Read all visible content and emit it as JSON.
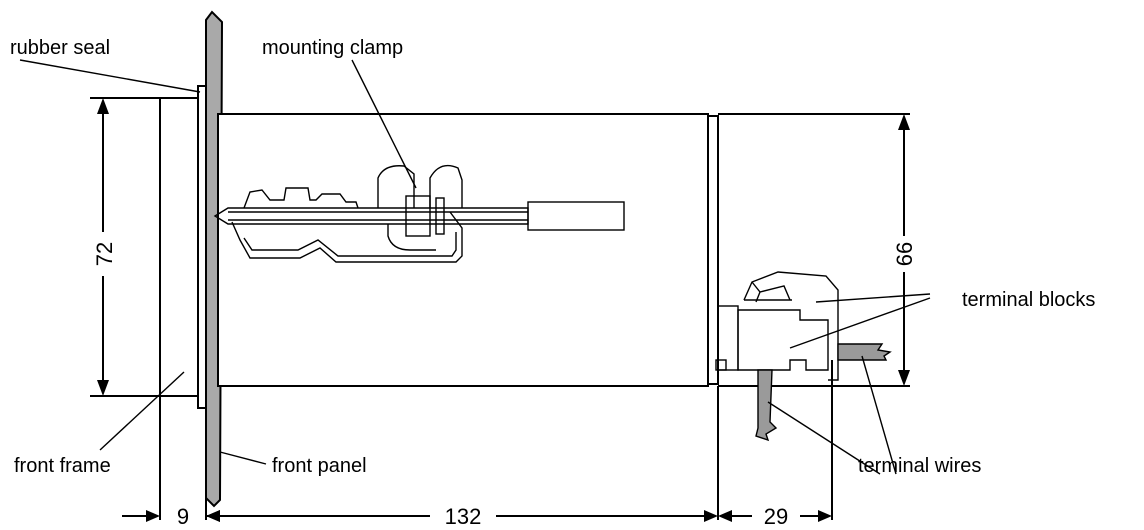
{
  "labels": {
    "rubber_seal": "rubber seal",
    "mounting_clamp": "mounting clamp",
    "terminal_blocks": "terminal blocks",
    "front_frame": "front frame",
    "front_panel": "front panel",
    "terminal_wires": "terminal wires"
  },
  "dimensions": {
    "frame_height": "72",
    "housing_height": "66",
    "frame_depth": "9",
    "housing_depth": "132",
    "terminal_depth": "29"
  },
  "colors": {
    "panel": "#a9a9a9",
    "wire": "#9a9a9a",
    "line": "#000000"
  }
}
